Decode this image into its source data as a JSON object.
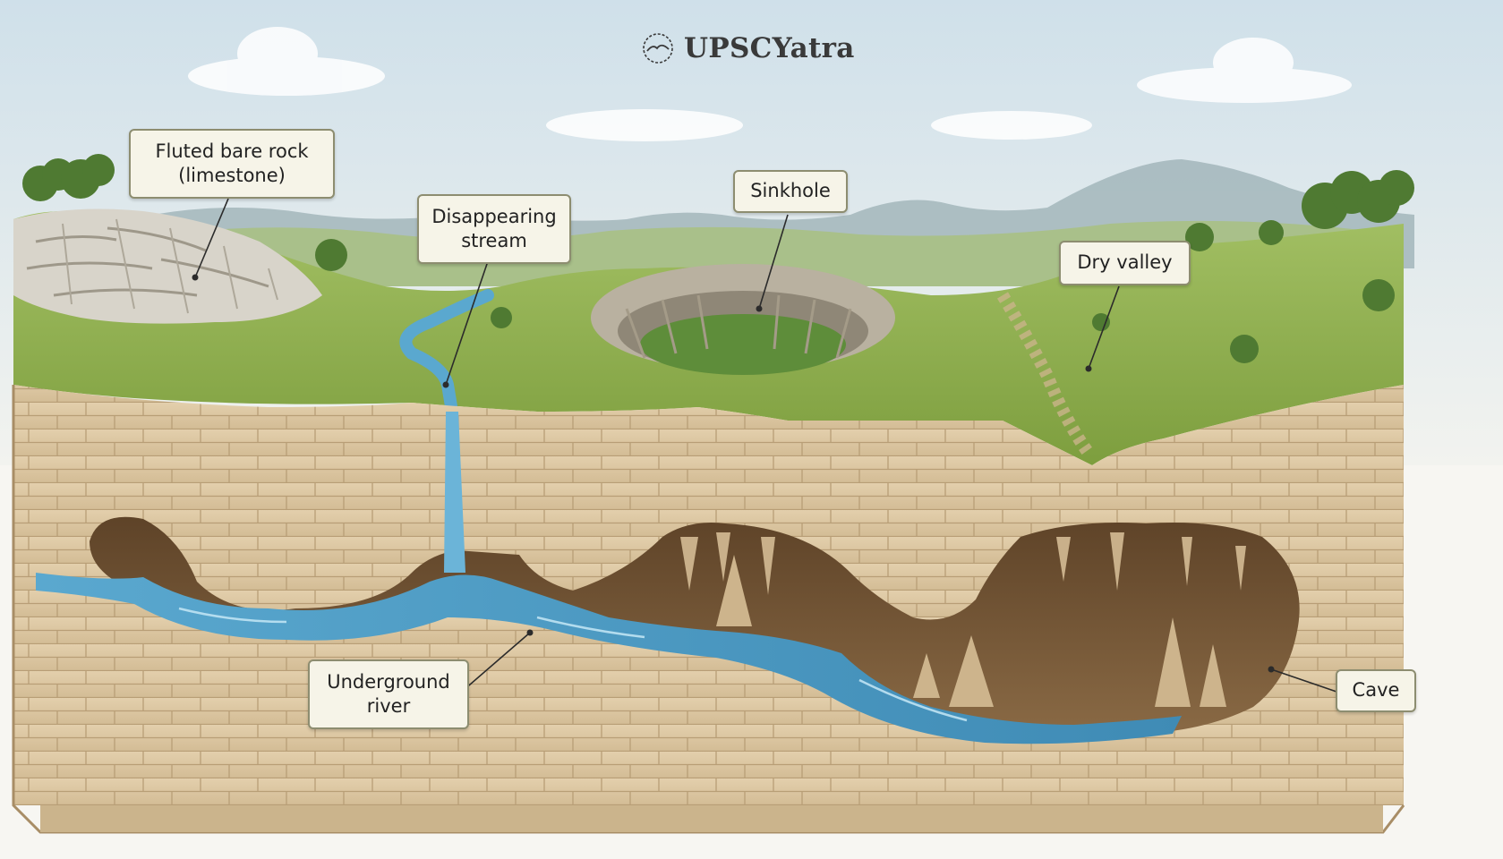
{
  "brand": {
    "name": "UPSCYatra",
    "logo_icon": "mountain-circle-icon"
  },
  "labels": {
    "fluted_rock": {
      "line1": "Fluted bare rock",
      "line2": "(limestone)"
    },
    "disappearing_stream": {
      "line1": "Disappearing",
      "line2": "stream"
    },
    "sinkhole": {
      "line1": "Sinkhole"
    },
    "dry_valley": {
      "line1": "Dry valley"
    },
    "underground_river": {
      "line1": "Underground",
      "line2": "river"
    },
    "cave": {
      "line1": "Cave"
    }
  },
  "colors": {
    "sky": "#dbe8ee",
    "grass": "#8fb14e",
    "limestone": "#dcc7a3",
    "water": "#4f9cc3",
    "cave_interior": "#7a5a3a",
    "label_fill": "#f6f4e8",
    "label_border": "#8d8d70"
  }
}
